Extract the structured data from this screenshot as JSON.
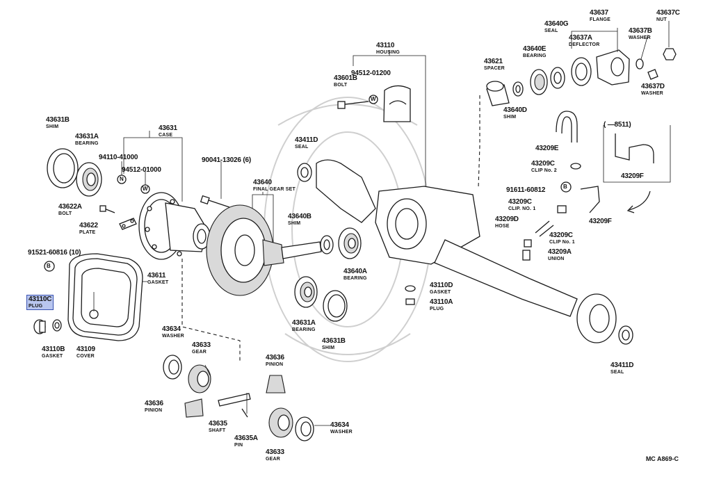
{
  "labels": {
    "p43631B": {
      "num": "43631B",
      "name": "SHIM"
    },
    "p43631A_top": {
      "num": "43631A",
      "name": "BEARING"
    },
    "p43631": {
      "num": "43631",
      "name": "CASE"
    },
    "p94110": {
      "num": "94110-41000",
      "name": ""
    },
    "p94512_01000": {
      "num": "94512-01000",
      "name": ""
    },
    "p90041": {
      "num": "90041-13026 (6)",
      "name": ""
    },
    "p43622A": {
      "num": "43622A",
      "name": "BOLT"
    },
    "p43622": {
      "num": "43622",
      "name": "PLATE"
    },
    "p91521": {
      "num": "91521-60816 (10)",
      "name": ""
    },
    "p43611": {
      "num": "43611",
      "name": "GASKET"
    },
    "p43110C": {
      "num": "43110C",
      "name": "PLUG"
    },
    "p43110B": {
      "num": "43110B",
      "name": "GASKET"
    },
    "p43109": {
      "num": "43109",
      "name": "COVER"
    },
    "p43640": {
      "num": "43640",
      "name": "FINAL GEAR SET"
    },
    "p43640B": {
      "num": "43640B",
      "name": "SHIM"
    },
    "p43640A": {
      "num": "43640A",
      "name": "BEARING"
    },
    "p43631A_low": {
      "num": "43631A",
      "name": "BEARING"
    },
    "p43631B_low": {
      "num": "43631B",
      "name": "SHIM"
    },
    "p43634_top": {
      "num": "43634",
      "name": "WASHER"
    },
    "p43633_top": {
      "num": "43633",
      "name": "GEAR"
    },
    "p43636_top": {
      "num": "43636",
      "name": "PINION"
    },
    "p43636_low": {
      "num": "43636",
      "name": "PINION"
    },
    "p43635": {
      "num": "43635",
      "name": "SHAFT"
    },
    "p43635A": {
      "num": "43635A",
      "name": "PIN"
    },
    "p43633_low": {
      "num": "43633",
      "name": "GEAR"
    },
    "p43634_low": {
      "num": "43634",
      "name": "WASHER"
    },
    "p43411D_top": {
      "num": "43411D",
      "name": "SEAL"
    },
    "p43110": {
      "num": "43110",
      "name": "HOUSING"
    },
    "p94512_01200": {
      "num": "94512-01200",
      "name": ""
    },
    "p43601B": {
      "num": "43601B",
      "name": "BOLT"
    },
    "p43110D": {
      "num": "43110D",
      "name": "GASKET"
    },
    "p43110A": {
      "num": "43110A",
      "name": "PLUG"
    },
    "p43411D_low": {
      "num": "43411D",
      "name": "SEAL"
    },
    "p43621": {
      "num": "43621",
      "name": "SPACER"
    },
    "p43640D": {
      "num": "43640D",
      "name": "SHIM"
    },
    "p43640E": {
      "num": "43640E",
      "name": "BEARING"
    },
    "p43640G": {
      "num": "43640G",
      "name": "SEAL"
    },
    "p43637A": {
      "num": "43637A",
      "name": "DEFLECTOR"
    },
    "p43637": {
      "num": "43637",
      "name": "FLANGE"
    },
    "p43637B": {
      "num": "43637B",
      "name": "WASHER"
    },
    "p43637C": {
      "num": "43637C",
      "name": "NUT"
    },
    "p43637D": {
      "num": "43637D",
      "name": "WASHER"
    },
    "p43209E": {
      "num": "43209E",
      "name": ""
    },
    "p43209C_clip2": {
      "num": "43209C",
      "name": "CLIP No. 2"
    },
    "p91611": {
      "num": "91611-60812",
      "name": ""
    },
    "p43209C_clip1": {
      "num": "43209C",
      "name": "CLIP. NO. 1"
    },
    "p43209D": {
      "num": "43209D",
      "name": "HOSE"
    },
    "p43209F_box": {
      "num": "43209F",
      "name": ""
    },
    "p43209F_low": {
      "num": "43209F",
      "name": ""
    },
    "p43209C_low": {
      "num": "43209C",
      "name": "CLIP No. 1"
    },
    "p43209A": {
      "num": "43209A",
      "name": "UNION"
    },
    "range": {
      "num": "(      —8511)",
      "name": ""
    }
  },
  "symbols": {
    "n": "N",
    "w": "W",
    "b": "B"
  },
  "footer": "MC A869-C",
  "colors": {
    "highlight": "#b9c6ef",
    "ink": "#1a1a1a"
  }
}
